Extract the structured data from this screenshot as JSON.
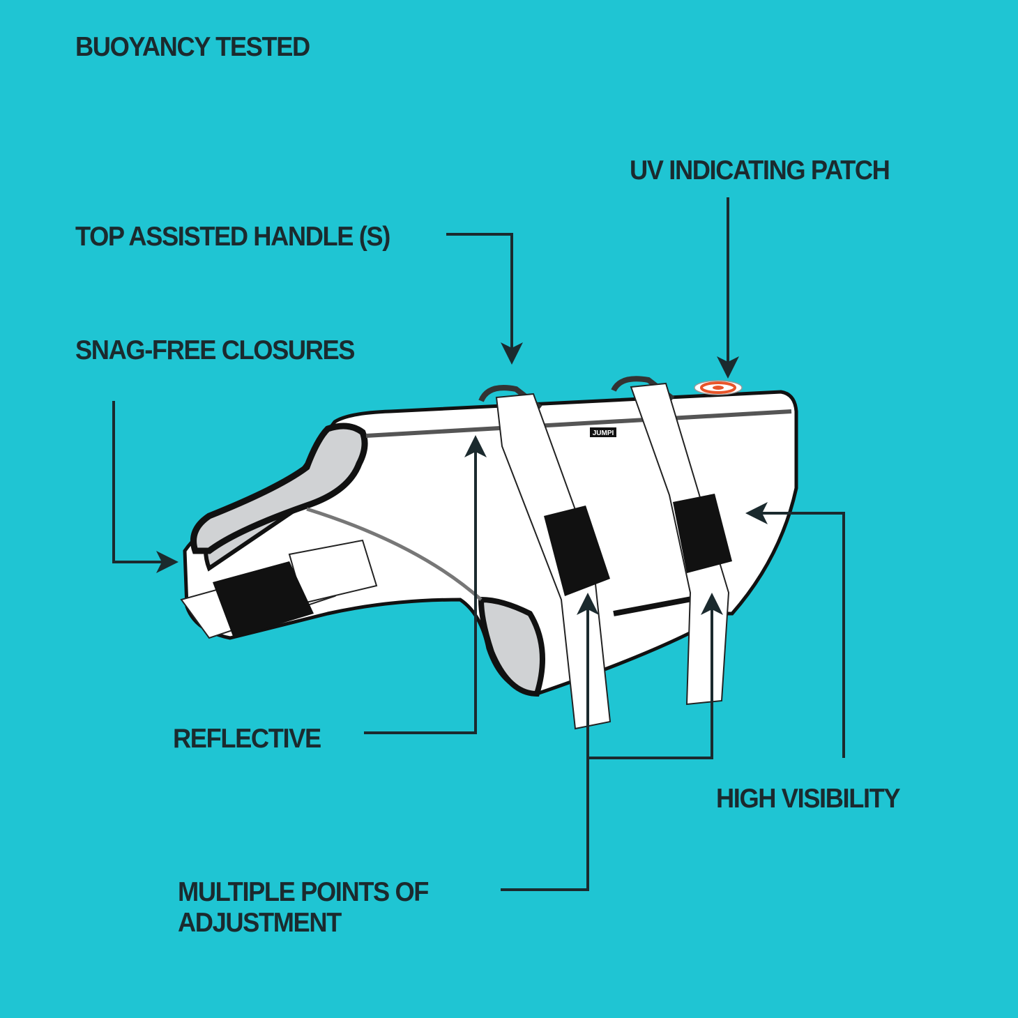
{
  "labels": {
    "buoyancy": "BUOYANCY TESTED",
    "uv_patch": "UV INDICATING PATCH",
    "handle": "TOP ASSISTED HANDLE (S)",
    "closures": "SNAG-FREE CLOSURES",
    "reflective": "REFLECTIVE",
    "visibility": "HIGH VISIBILITY",
    "adjustment_line1": "MULTIPLE POINTS OF",
    "adjustment_line2": "ADJUSTMENT"
  },
  "brand_logo": "JUMPI",
  "colors": {
    "background": "#1fc5d3",
    "text": "#1b2a2e",
    "vest": "#ffffff",
    "lining": "#d0d2d4",
    "patch": "#e8552a"
  }
}
